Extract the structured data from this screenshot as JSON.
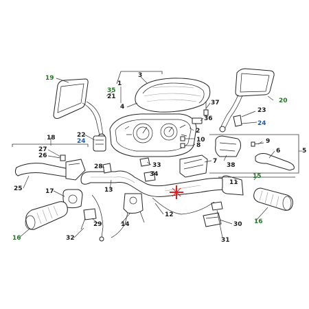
{
  "colors": {
    "default_label": "#1a1a1a",
    "green_label": "#1e7a1e",
    "blue_label": "#1e5aa6",
    "marker": "#e02020"
  },
  "labels": [
    {
      "text": "19",
      "color": "green"
    },
    {
      "text": "3",
      "color": "default"
    },
    {
      "text": "1",
      "color": "default"
    },
    {
      "text": "35",
      "color": "green"
    },
    {
      "text": "21",
      "color": "default"
    },
    {
      "text": "4",
      "color": "default"
    },
    {
      "text": "37",
      "color": "default"
    },
    {
      "text": "23",
      "color": "default"
    },
    {
      "text": "20",
      "color": "green"
    },
    {
      "text": "36",
      "color": "default"
    },
    {
      "text": "24",
      "color": "blue"
    },
    {
      "text": "2",
      "color": "default"
    },
    {
      "text": "10",
      "color": "default"
    },
    {
      "text": "8",
      "color": "default"
    },
    {
      "text": "22",
      "color": "default"
    },
    {
      "text": "24",
      "color": "blue"
    },
    {
      "text": "18",
      "color": "default"
    },
    {
      "text": "27",
      "color": "default"
    },
    {
      "text": "26",
      "color": "default"
    },
    {
      "text": "9",
      "color": "default"
    },
    {
      "text": "5",
      "color": "default"
    },
    {
      "text": "6",
      "color": "default"
    },
    {
      "text": "7",
      "color": "default"
    },
    {
      "text": "38",
      "color": "default"
    },
    {
      "text": "33",
      "color": "default"
    },
    {
      "text": "28",
      "color": "default"
    },
    {
      "text": "34",
      "color": "default"
    },
    {
      "text": "25",
      "color": "default"
    },
    {
      "text": "17",
      "color": "default"
    },
    {
      "text": "13",
      "color": "default"
    },
    {
      "text": "15",
      "color": "green"
    },
    {
      "text": "11",
      "color": "default"
    },
    {
      "text": "12",
      "color": "default"
    },
    {
      "text": "14",
      "color": "default"
    },
    {
      "text": "29",
      "color": "default"
    },
    {
      "text": "16",
      "color": "green"
    },
    {
      "text": "16",
      "color": "green"
    },
    {
      "text": "30",
      "color": "default"
    },
    {
      "text": "32",
      "color": "default"
    },
    {
      "text": "31",
      "color": "default"
    }
  ]
}
